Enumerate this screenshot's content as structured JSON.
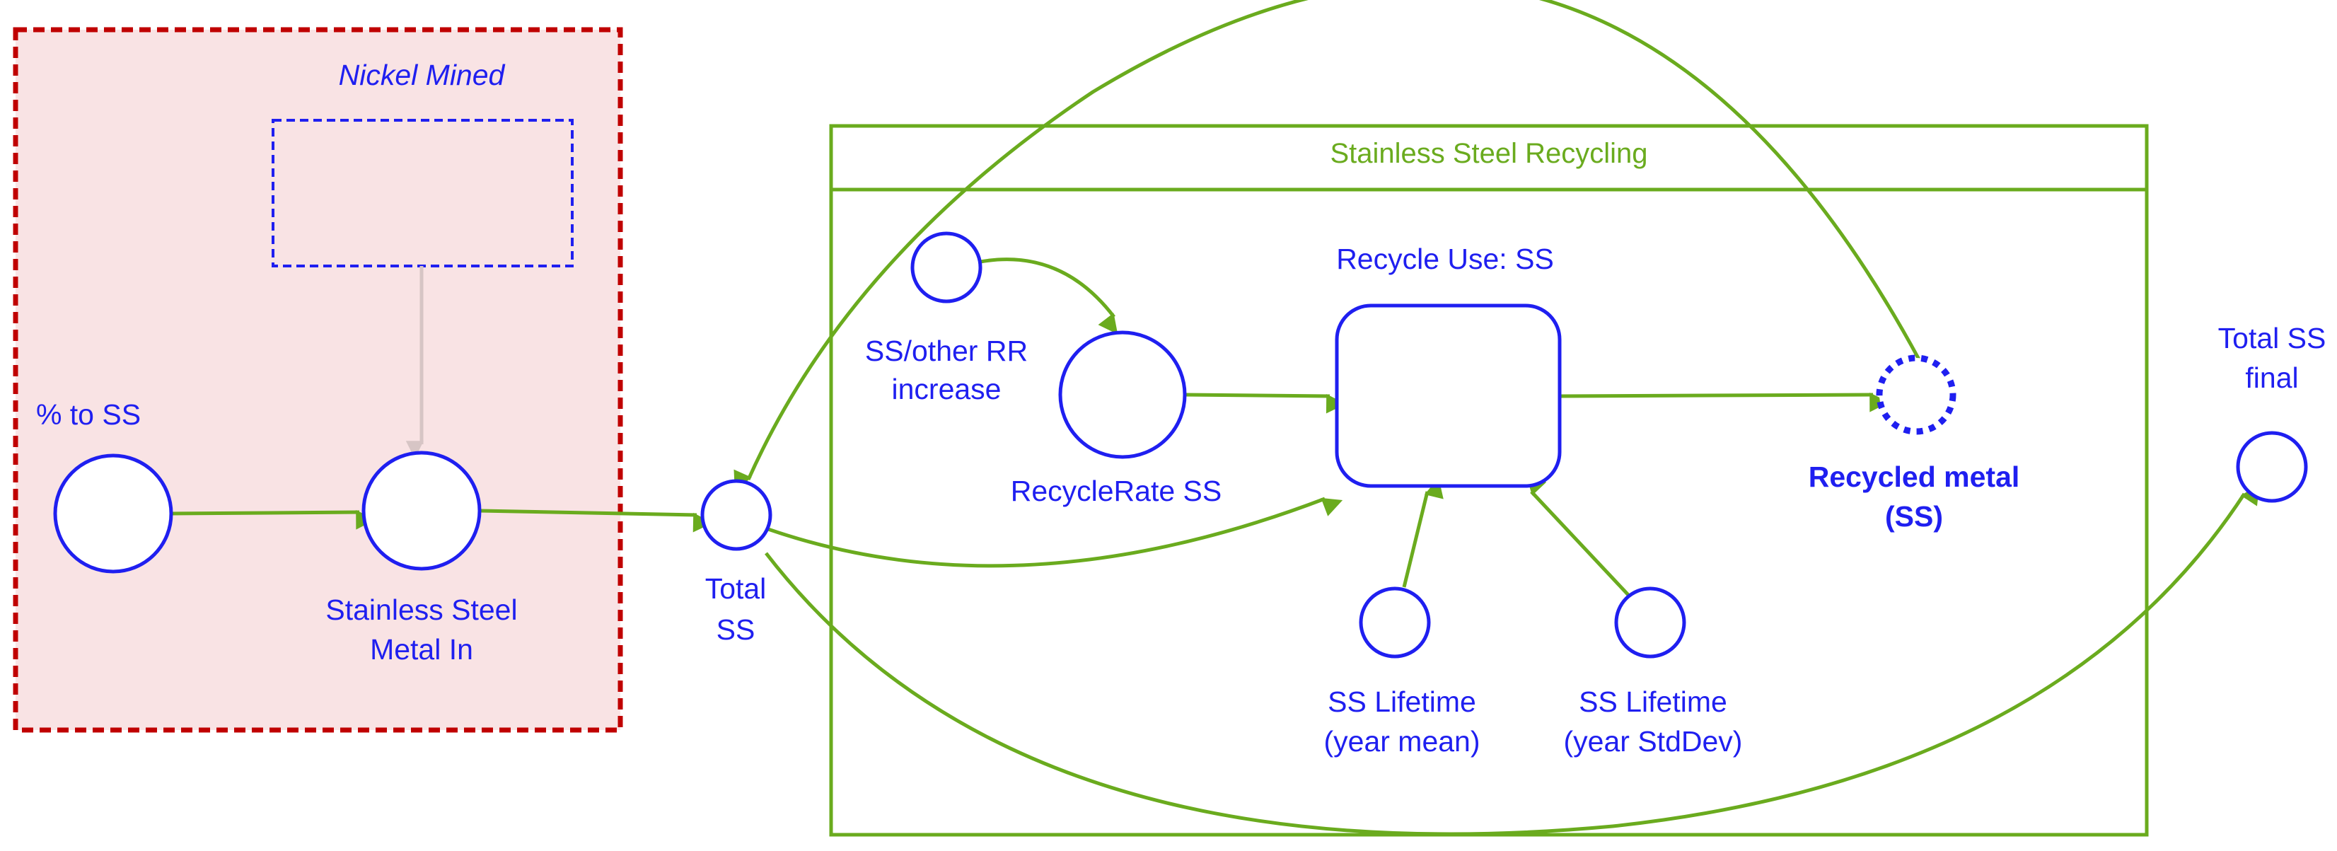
{
  "diagram": {
    "module": {
      "title": "Nickel Mined"
    },
    "container": {
      "title": "Stainless Steel Recycling"
    },
    "nodes": {
      "pct_to_ss": "% to SS",
      "ss_metal_in": [
        "Stainless Steel",
        "Metal In"
      ],
      "total_ss": [
        "Total",
        "SS"
      ],
      "ss_other_rr": [
        "SS/other RR",
        "increase"
      ],
      "recycle_rate": "RecycleRate SS",
      "recycle_use": "Recycle Use: SS",
      "recycled_metal": [
        "Recycled metal",
        "(SS)"
      ],
      "lifetime_mean": [
        "SS Lifetime",
        "(year mean)"
      ],
      "lifetime_stddev": [
        "SS Lifetime",
        "(year StdDev)"
      ],
      "total_ss_final": [
        "Total SS",
        "final"
      ]
    },
    "colors": {
      "element": "#1f1ff0",
      "link": "#6aab1e",
      "module_border": "#c00000",
      "module_fill": "#f9e3e4",
      "module_link": "#d7c5c5"
    }
  }
}
